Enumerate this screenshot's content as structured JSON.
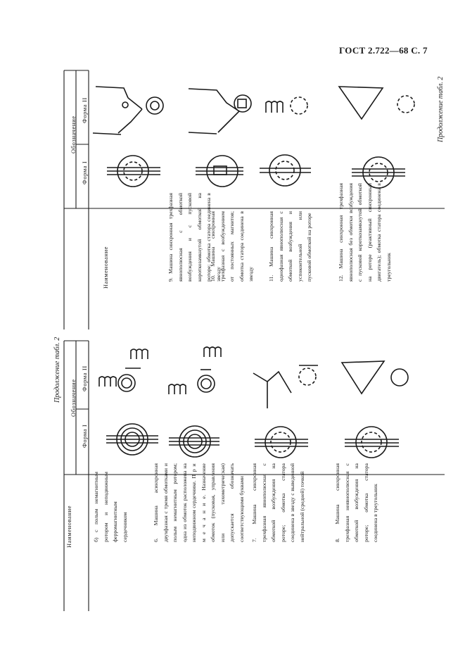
{
  "header": {
    "gost": "ГОСТ 2.722—68 С. 7"
  },
  "left": {
    "continuation": "Продолжение табл. 2",
    "columns": {
      "name": "Наименование",
      "designation": "Обозначение",
      "form1": "Форма I",
      "form2": "Форма II"
    },
    "rows": [
      {
        "text": "б) с полым немагнитным ротором и неподвижным ферромагнитным сердечником"
      },
      {
        "text": "6. Машина асинхронная двухфазная с тремя обмотками и полым немагнитным ротором; одна из обмоток расположена на неподвижном сердечнике.",
        "note_title": "П р и м е ч а н и е.",
        "note": "Назначение обмоток (пусковая, управления или тахометрическая) допускается обозначать соответствующими буквами"
      },
      {
        "text": "7. Машина синхронная трехфазная явнополюсная с обмоткой возбуждения на роторе; обмотка статора соединена в звезду с выведенной нейтральной (средней) точкой"
      },
      {
        "text": "8. Машина синхронная трехфазная неявнополюсная с обмоткой возбуждения на роторе; обмотка статора соединена в треугольник"
      }
    ]
  },
  "right": {
    "continuation": "Продолжение табл. 2",
    "columns": {
      "name": "Наименование",
      "designation": "Обозначение",
      "form1": "Форма I",
      "form2": "Форма II"
    },
    "rows": [
      {
        "text": "9. Машина синхронная трехфазная явнополюсная с обмоткой возбуждения и с пусковой короткозамкнутой обмоткой на роторе; обмотка статора соединена в звезду"
      },
      {
        "text": "10. Машина синхронная трехфазная с возбуждением от постоянных магнитов; обмотка статора соединена в звезду"
      },
      {
        "text": "11. Машина синхронная однофазная явнополюсная с обмоткой возбуждения и успокоительной или пусковой обмоткой на роторе"
      },
      {
        "text": "12. Машина синхронная трехфазная явнополюсная без обмотки возбуждения с пусковой короткозамкнутой обмоткой на роторе (реактивный синхронный двигатель); обмотка статора соединена в треугольник"
      }
    ]
  }
}
